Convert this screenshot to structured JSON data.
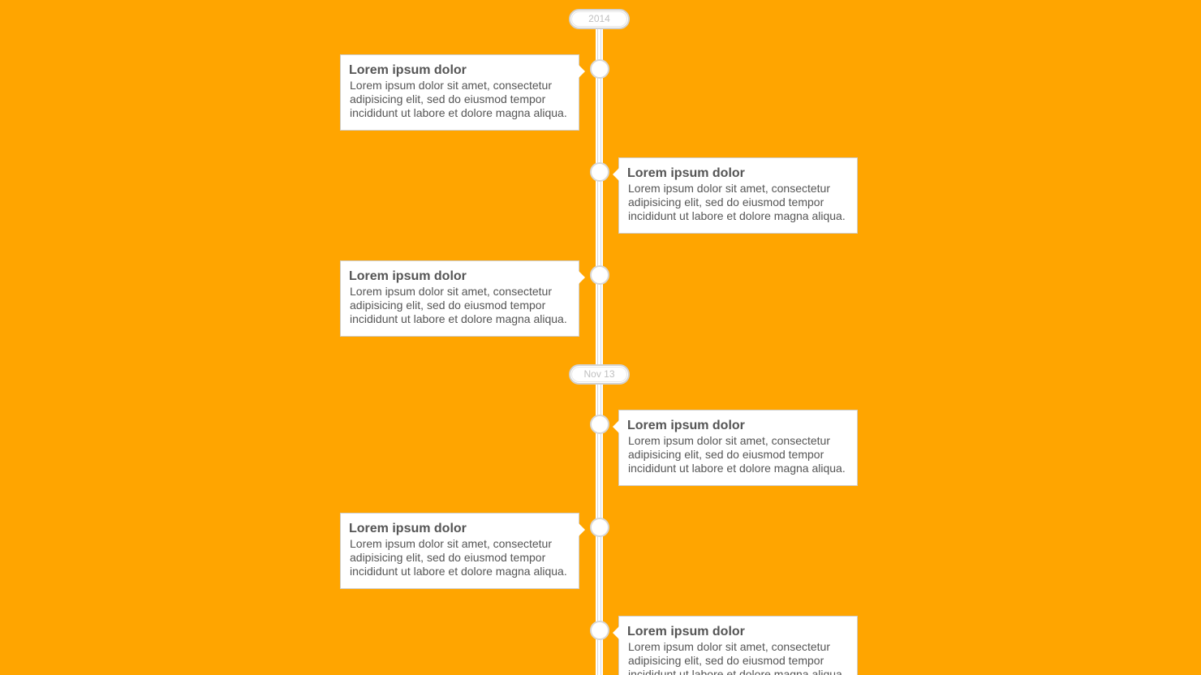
{
  "timeline": {
    "markers": [
      {
        "label": "2014"
      },
      {
        "label": "Nov 13"
      }
    ],
    "entries": [
      {
        "title": "Lorem ipsum dolor",
        "body": "Lorem ipsum dolor sit amet, consectetur adipisicing elit, sed do eiusmod tempor incididunt ut labore et dolore magna aliqua.",
        "side": "left"
      },
      {
        "title": "Lorem ipsum dolor",
        "body": "Lorem ipsum dolor sit amet, consectetur adipisicing elit, sed do eiusmod tempor incididunt ut labore et dolore magna aliqua.",
        "side": "right"
      },
      {
        "title": "Lorem ipsum dolor",
        "body": "Lorem ipsum dolor sit amet, consectetur adipisicing elit, sed do eiusmod tempor incididunt ut labore et dolore magna aliqua.",
        "side": "left"
      },
      {
        "title": "Lorem ipsum dolor",
        "body": "Lorem ipsum dolor sit amet, consectetur adipisicing elit, sed do eiusmod tempor incididunt ut labore et dolore magna aliqua.",
        "side": "right"
      },
      {
        "title": "Lorem ipsum dolor",
        "body": "Lorem ipsum dolor sit amet, consectetur adipisicing elit, sed do eiusmod tempor incididunt ut labore et dolore magna aliqua.",
        "side": "left"
      },
      {
        "title": "Lorem ipsum dolor",
        "body": "Lorem ipsum dolor sit amet, consectetur adipisicing elit, sed do eiusmod tempor incididunt ut labore et dolore magna aliqua.",
        "side": "right"
      }
    ]
  },
  "colors": {
    "background": "#ffa500",
    "card": "#ffffff",
    "text": "#555555",
    "marker_text": "#c0c0c0",
    "border": "#d2d2d2"
  }
}
